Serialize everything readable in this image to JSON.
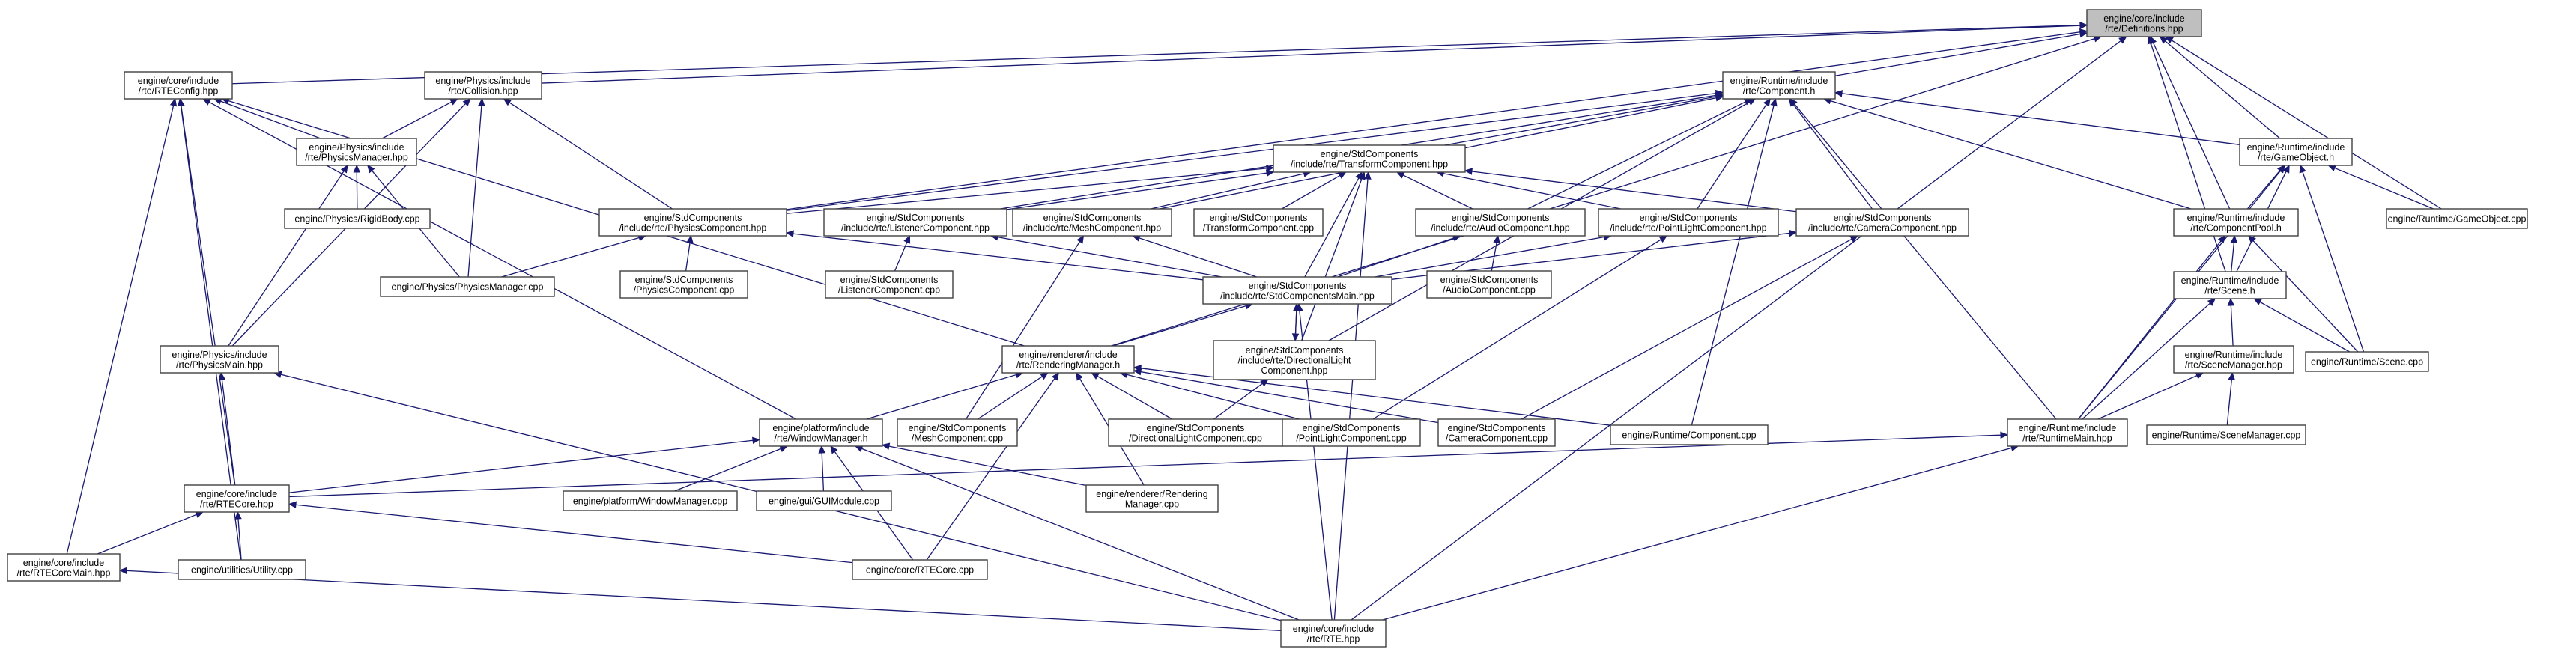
{
  "graph": {
    "nodes": [
      {
        "id": "definitions",
        "lines": [
          "engine/core/include",
          "/rte/Definitions.hpp"
        ],
        "root": true
      },
      {
        "id": "rteconfig",
        "lines": [
          "engine/core/include",
          "/rte/RTEConfig.hpp"
        ]
      },
      {
        "id": "collision",
        "lines": [
          "engine/Physics/include",
          "/rte/Collision.hpp"
        ]
      },
      {
        "id": "component_h",
        "lines": [
          "engine/Runtime/include",
          "/rte/Component.h"
        ]
      },
      {
        "id": "physicsmanager_hpp",
        "lines": [
          "engine/Physics/include",
          "/rte/PhysicsManager.hpp"
        ]
      },
      {
        "id": "transformcomponent_hpp",
        "lines": [
          "engine/StdComponents",
          "/include/rte/TransformComponent.hpp"
        ]
      },
      {
        "id": "gameobject_h",
        "lines": [
          "engine/Runtime/include",
          "/rte/GameObject.h"
        ]
      },
      {
        "id": "rigidbody_cpp",
        "lines": [
          "engine/Physics/RigidBody.cpp"
        ]
      },
      {
        "id": "physicscomponent_hpp",
        "lines": [
          "engine/StdComponents",
          "/include/rte/PhysicsComponent.hpp"
        ]
      },
      {
        "id": "listenercomponent_hpp",
        "lines": [
          "engine/StdComponents",
          "/include/rte/ListenerComponent.hpp"
        ]
      },
      {
        "id": "meshcomponent_hpp",
        "lines": [
          "engine/StdComponents",
          "/include/rte/MeshComponent.hpp"
        ]
      },
      {
        "id": "transformcomponent_cpp",
        "lines": [
          "engine/StdComponents",
          "/TransformComponent.cpp"
        ]
      },
      {
        "id": "audiocomponent_hpp",
        "lines": [
          "engine/StdComponents",
          "/include/rte/AudioComponent.hpp"
        ]
      },
      {
        "id": "pointlightcomponent_hpp",
        "lines": [
          "engine/StdComponents",
          "/include/rte/PointLightComponent.hpp"
        ]
      },
      {
        "id": "cameracomponent_hpp",
        "lines": [
          "engine/StdComponents",
          "/include/rte/CameraComponent.hpp"
        ]
      },
      {
        "id": "componentpool_h",
        "lines": [
          "engine/Runtime/include",
          "/rte/ComponentPool.h"
        ]
      },
      {
        "id": "gameobject_cpp",
        "lines": [
          "engine/Runtime/GameObject.cpp"
        ]
      },
      {
        "id": "physicsmanager_cpp",
        "lines": [
          "engine/Physics/PhysicsManager.cpp"
        ]
      },
      {
        "id": "physicscomponent_cpp",
        "lines": [
          "engine/StdComponents",
          "/PhysicsComponent.cpp"
        ]
      },
      {
        "id": "listenercomponent_cpp",
        "lines": [
          "engine/StdComponents",
          "/ListenerComponent.cpp"
        ]
      },
      {
        "id": "stdcomponentsmain_hpp",
        "lines": [
          "engine/StdComponents",
          "/include/rte/StdComponentsMain.hpp"
        ]
      },
      {
        "id": "audiocomponent_cpp",
        "lines": [
          "engine/StdComponents",
          "/AudioComponent.cpp"
        ]
      },
      {
        "id": "scene_h",
        "lines": [
          "engine/Runtime/include",
          "/rte/Scene.h"
        ]
      },
      {
        "id": "physicsmain_hpp",
        "lines": [
          "engine/Physics/include",
          "/rte/PhysicsMain.hpp"
        ]
      },
      {
        "id": "renderingmanager_h",
        "lines": [
          "engine/renderer/include",
          "/rte/RenderingManager.h"
        ]
      },
      {
        "id": "directionallight_hpp",
        "lines": [
          "engine/StdComponents",
          "/include/rte/DirectionalLight",
          "Component.hpp"
        ]
      },
      {
        "id": "scenemanager_hpp",
        "lines": [
          "engine/Runtime/include",
          "/rte/SceneManager.hpp"
        ]
      },
      {
        "id": "scene_cpp",
        "lines": [
          "engine/Runtime/Scene.cpp"
        ]
      },
      {
        "id": "windowmanager_h",
        "lines": [
          "engine/platform/include",
          "/rte/WindowManager.h"
        ]
      },
      {
        "id": "meshcomponent_cpp",
        "lines": [
          "engine/StdComponents",
          "/MeshComponent.cpp"
        ]
      },
      {
        "id": "directionallightcomponent_cpp",
        "lines": [
          "engine/StdComponents",
          "/DirectionalLightComponent.cpp"
        ]
      },
      {
        "id": "pointlightcomponent_cpp",
        "lines": [
          "engine/StdComponents",
          "/PointLightComponent.cpp"
        ]
      },
      {
        "id": "cameracomponent_cpp",
        "lines": [
          "engine/StdComponents",
          "/CameraComponent.cpp"
        ]
      },
      {
        "id": "component_cpp",
        "lines": [
          "engine/Runtime/Component.cpp"
        ]
      },
      {
        "id": "runtimemain_hpp",
        "lines": [
          "engine/Runtime/include",
          "/rte/RuntimeMain.hpp"
        ]
      },
      {
        "id": "scenemanager_cpp",
        "lines": [
          "engine/Runtime/SceneManager.cpp"
        ]
      },
      {
        "id": "rtecore_hpp",
        "lines": [
          "engine/core/include",
          "/rte/RTECore.hpp"
        ]
      },
      {
        "id": "windowmanager_cpp",
        "lines": [
          "engine/platform/WindowManager.cpp"
        ]
      },
      {
        "id": "guimodule_cpp",
        "lines": [
          "engine/gui/GUIModule.cpp"
        ]
      },
      {
        "id": "renderingmanager_cpp",
        "lines": [
          "engine/renderer/Rendering",
          "Manager.cpp"
        ]
      },
      {
        "id": "rtecoremain_hpp",
        "lines": [
          "engine/core/include",
          "/rte/RTECoreMain.hpp"
        ]
      },
      {
        "id": "utility_cpp",
        "lines": [
          "engine/utilities/Utility.cpp"
        ]
      },
      {
        "id": "rtecore_cpp",
        "lines": [
          "engine/core/RTECore.cpp"
        ]
      },
      {
        "id": "rte_hpp",
        "lines": [
          "engine/core/include",
          "/rte/RTE.hpp"
        ]
      }
    ],
    "edges": [
      {
        "from": "rteconfig",
        "to": "definitions"
      },
      {
        "from": "collision",
        "to": "definitions"
      },
      {
        "from": "component_h",
        "to": "definitions"
      },
      {
        "from": "gameobject_h",
        "to": "definitions"
      },
      {
        "from": "gameobject_cpp",
        "to": "definitions"
      },
      {
        "from": "componentpool_h",
        "to": "definitions"
      },
      {
        "from": "scene_h",
        "to": "definitions"
      },
      {
        "from": "rte_hpp",
        "to": "definitions"
      },
      {
        "from": "renderingmanager_h",
        "to": "definitions"
      },
      {
        "from": "physicscomponent_hpp",
        "to": "definitions"
      },
      {
        "from": "physicsmanager_hpp",
        "to": "rteconfig"
      },
      {
        "from": "renderingmanager_h",
        "to": "rteconfig"
      },
      {
        "from": "windowmanager_h",
        "to": "rteconfig"
      },
      {
        "from": "rtecore_hpp",
        "to": "rteconfig"
      },
      {
        "from": "rtecoremain_hpp",
        "to": "rteconfig"
      },
      {
        "from": "utility_cpp",
        "to": "rteconfig"
      },
      {
        "from": "physicsmanager_hpp",
        "to": "collision"
      },
      {
        "from": "physicscomponent_hpp",
        "to": "collision"
      },
      {
        "from": "physicsmanager_cpp",
        "to": "collision"
      },
      {
        "from": "physicsmain_hpp",
        "to": "collision"
      },
      {
        "from": "transformcomponent_hpp",
        "to": "component_h"
      },
      {
        "from": "gameobject_h",
        "to": "component_h"
      },
      {
        "from": "physicscomponent_hpp",
        "to": "component_h"
      },
      {
        "from": "listenercomponent_hpp",
        "to": "component_h"
      },
      {
        "from": "meshcomponent_hpp",
        "to": "component_h"
      },
      {
        "from": "audiocomponent_hpp",
        "to": "component_h"
      },
      {
        "from": "pointlightcomponent_hpp",
        "to": "component_h"
      },
      {
        "from": "cameracomponent_hpp",
        "to": "component_h"
      },
      {
        "from": "componentpool_h",
        "to": "component_h"
      },
      {
        "from": "directionallight_hpp",
        "to": "component_h"
      },
      {
        "from": "component_cpp",
        "to": "component_h"
      },
      {
        "from": "runtimemain_hpp",
        "to": "component_h"
      },
      {
        "from": "rigidbody_cpp",
        "to": "physicsmanager_hpp"
      },
      {
        "from": "physicsmanager_cpp",
        "to": "physicsmanager_hpp"
      },
      {
        "from": "physicsmain_hpp",
        "to": "physicsmanager_hpp"
      },
      {
        "from": "physicscomponent_hpp",
        "to": "transformcomponent_hpp"
      },
      {
        "from": "listenercomponent_hpp",
        "to": "transformcomponent_hpp"
      },
      {
        "from": "meshcomponent_hpp",
        "to": "transformcomponent_hpp"
      },
      {
        "from": "transformcomponent_cpp",
        "to": "transformcomponent_hpp"
      },
      {
        "from": "audiocomponent_hpp",
        "to": "transformcomponent_hpp"
      },
      {
        "from": "pointlightcomponent_hpp",
        "to": "transformcomponent_hpp"
      },
      {
        "from": "cameracomponent_hpp",
        "to": "transformcomponent_hpp"
      },
      {
        "from": "stdcomponentsmain_hpp",
        "to": "transformcomponent_hpp"
      },
      {
        "from": "directionallight_hpp",
        "to": "transformcomponent_hpp"
      },
      {
        "from": "rte_hpp",
        "to": "transformcomponent_hpp"
      },
      {
        "from": "componentpool_h",
        "to": "gameobject_h"
      },
      {
        "from": "gameobject_cpp",
        "to": "gameobject_h"
      },
      {
        "from": "scene_h",
        "to": "gameobject_h"
      },
      {
        "from": "scene_cpp",
        "to": "gameobject_h"
      },
      {
        "from": "runtimemain_hpp",
        "to": "gameobject_h"
      },
      {
        "from": "physicsmanager_cpp",
        "to": "physicscomponent_hpp"
      },
      {
        "from": "physicscomponent_cpp",
        "to": "physicscomponent_hpp"
      },
      {
        "from": "stdcomponentsmain_hpp",
        "to": "physicscomponent_hpp"
      },
      {
        "from": "listenercomponent_cpp",
        "to": "listenercomponent_hpp"
      },
      {
        "from": "stdcomponentsmain_hpp",
        "to": "listenercomponent_hpp"
      },
      {
        "from": "stdcomponentsmain_hpp",
        "to": "meshcomponent_hpp"
      },
      {
        "from": "meshcomponent_cpp",
        "to": "meshcomponent_hpp"
      },
      {
        "from": "audiocomponent_cpp",
        "to": "audiocomponent_hpp"
      },
      {
        "from": "stdcomponentsmain_hpp",
        "to": "audiocomponent_hpp"
      },
      {
        "from": "stdcomponentsmain_hpp",
        "to": "pointlightcomponent_hpp"
      },
      {
        "from": "pointlightcomponent_cpp",
        "to": "pointlightcomponent_hpp"
      },
      {
        "from": "stdcomponentsmain_hpp",
        "to": "cameracomponent_hpp"
      },
      {
        "from": "cameracomponent_cpp",
        "to": "cameracomponent_hpp"
      },
      {
        "from": "scene_h",
        "to": "componentpool_h"
      },
      {
        "from": "scene_cpp",
        "to": "componentpool_h"
      },
      {
        "from": "runtimemain_hpp",
        "to": "componentpool_h"
      },
      {
        "from": "renderingmanager_h",
        "to": "stdcomponentsmain_hpp"
      },
      {
        "from": "directionallight_hpp",
        "to": "stdcomponentsmain_hpp"
      },
      {
        "from": "stdcomponentsmain_hpp",
        "to": "directionallight_hpp"
      },
      {
        "from": "rte_hpp",
        "to": "stdcomponentsmain_hpp"
      },
      {
        "from": "scenemanager_hpp",
        "to": "scene_h"
      },
      {
        "from": "scene_cpp",
        "to": "scene_h"
      },
      {
        "from": "runtimemain_hpp",
        "to": "scene_h"
      },
      {
        "from": "rtecore_hpp",
        "to": "physicsmain_hpp"
      },
      {
        "from": "rte_hpp",
        "to": "physicsmain_hpp"
      },
      {
        "from": "windowmanager_h",
        "to": "renderingmanager_h"
      },
      {
        "from": "meshcomponent_cpp",
        "to": "renderingmanager_h"
      },
      {
        "from": "directionallightcomponent_cpp",
        "to": "renderingmanager_h"
      },
      {
        "from": "pointlightcomponent_cpp",
        "to": "renderingmanager_h"
      },
      {
        "from": "cameracomponent_cpp",
        "to": "renderingmanager_h"
      },
      {
        "from": "component_cpp",
        "to": "renderingmanager_h"
      },
      {
        "from": "renderingmanager_cpp",
        "to": "renderingmanager_h"
      },
      {
        "from": "rtecore_cpp",
        "to": "renderingmanager_h"
      },
      {
        "from": "directionallightcomponent_cpp",
        "to": "directionallight_hpp"
      },
      {
        "from": "runtimemain_hpp",
        "to": "scenemanager_hpp"
      },
      {
        "from": "scenemanager_cpp",
        "to": "scenemanager_hpp"
      },
      {
        "from": "rtecore_hpp",
        "to": "windowmanager_h"
      },
      {
        "from": "windowmanager_cpp",
        "to": "windowmanager_h"
      },
      {
        "from": "guimodule_cpp",
        "to": "windowmanager_h"
      },
      {
        "from": "renderingmanager_cpp",
        "to": "windowmanager_h"
      },
      {
        "from": "rtecore_cpp",
        "to": "windowmanager_h"
      },
      {
        "from": "rte_hpp",
        "to": "windowmanager_h"
      },
      {
        "from": "rtecore_hpp",
        "to": "runtimemain_hpp"
      },
      {
        "from": "rte_hpp",
        "to": "runtimemain_hpp"
      },
      {
        "from": "rtecoremain_hpp",
        "to": "rtecore_hpp"
      },
      {
        "from": "utility_cpp",
        "to": "rtecore_hpp"
      },
      {
        "from": "rtecore_cpp",
        "to": "rtecore_hpp"
      },
      {
        "from": "rte_hpp",
        "to": "rtecoremain_hpp"
      }
    ]
  }
}
